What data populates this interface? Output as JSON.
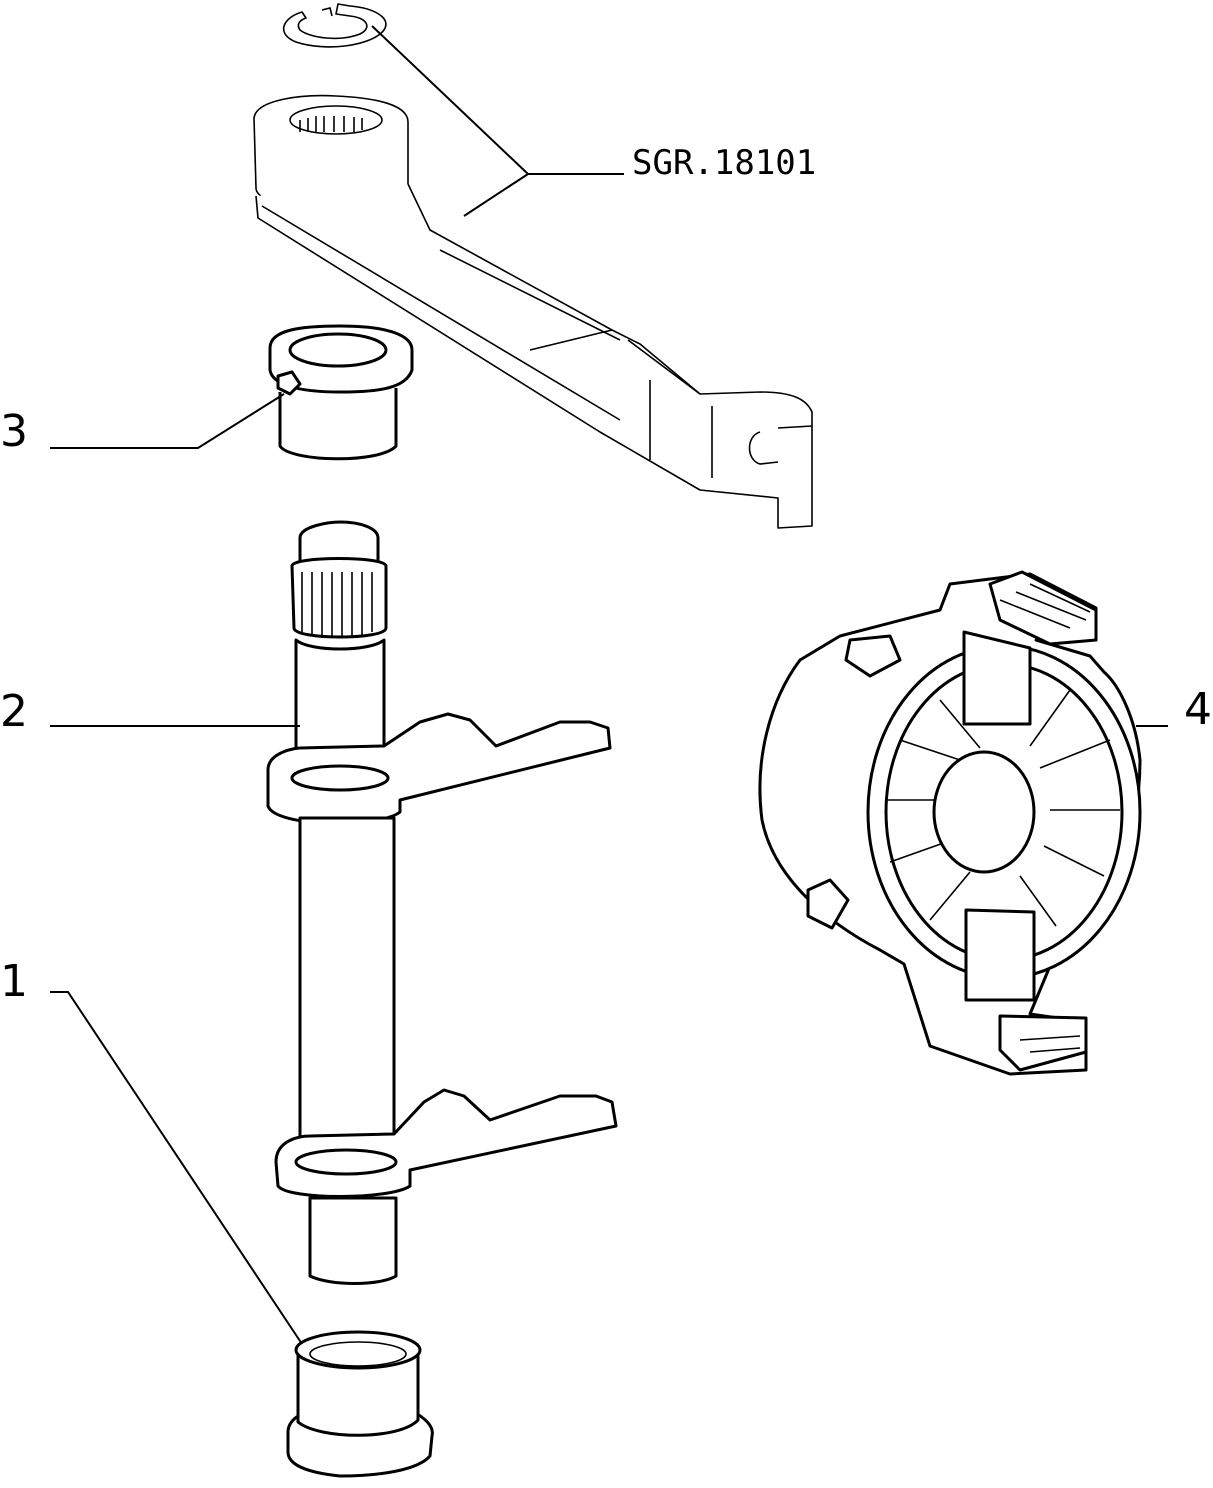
{
  "diagram": {
    "reference_label": "SGR.18101",
    "callouts": [
      {
        "id": "1",
        "label": "1"
      },
      {
        "id": "2",
        "label": "2"
      },
      {
        "id": "3",
        "label": "3"
      },
      {
        "id": "4",
        "label": "4"
      }
    ]
  }
}
